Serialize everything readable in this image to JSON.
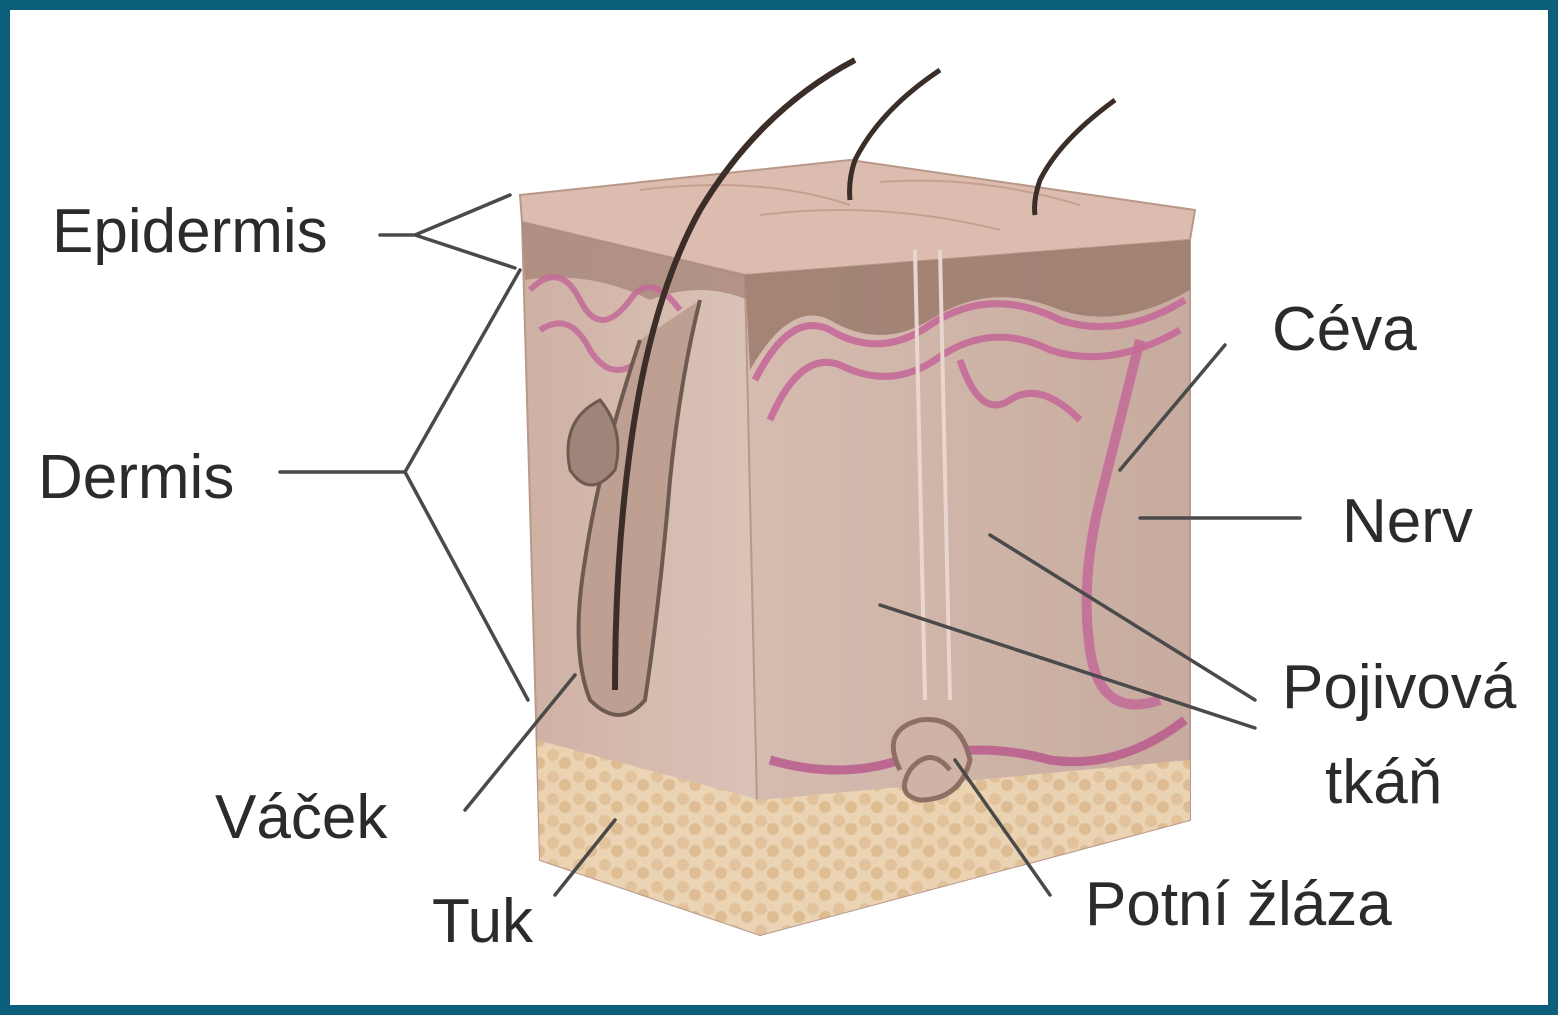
{
  "colors": {
    "border": "#0b5f7a",
    "background": "#ffffff",
    "skin_surface": "#d9b7a8",
    "epidermis_dark": "#8f6f63",
    "dermis": "#cdb2a6",
    "vessels": "#b85a8c",
    "fat": "#e6cca6",
    "hair": "#3b2e28",
    "label_text": "#2b2b2b"
  },
  "labels": {
    "epidermis": "Epidermis",
    "dermis": "Dermis",
    "vacek": "Váček",
    "tuk": "Tuk",
    "ceva": "Céva",
    "nerv": "Nerv",
    "pojivova_line1": "Pojivová",
    "pojivova_line2": "tkáň",
    "potni": "Potní žláza"
  }
}
